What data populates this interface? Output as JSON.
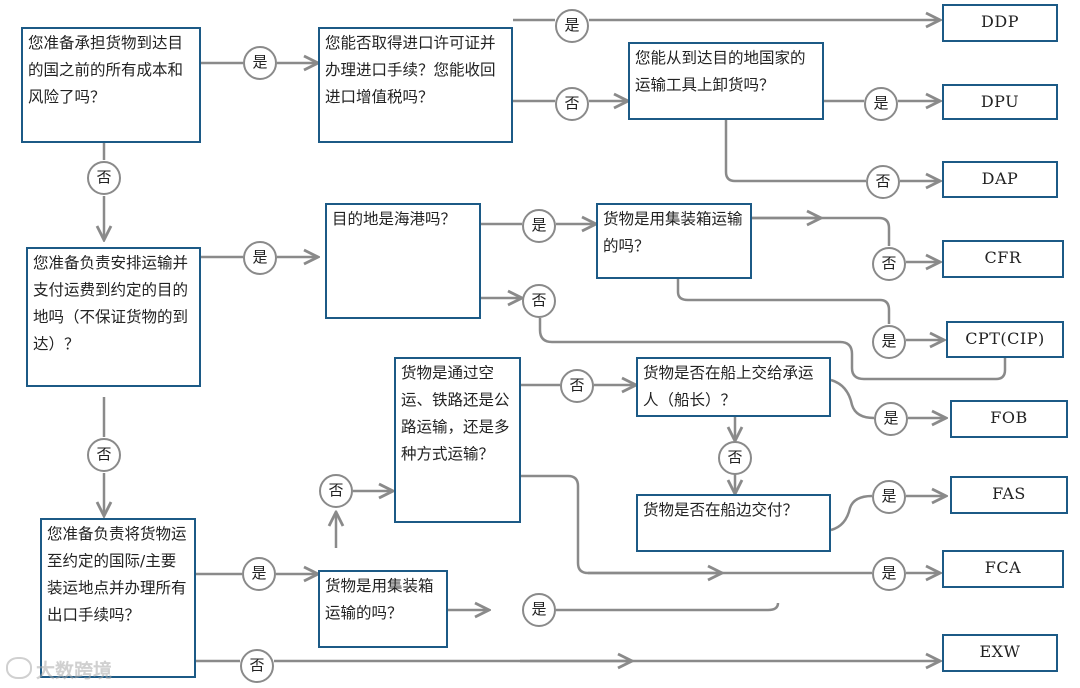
{
  "questions": {
    "q1": "您准备承担货物到达目的国之前的所有成本和风险了吗？",
    "q2": "您能否取得进口许可证并办理进口手续？您能收回进口增值税吗？",
    "q3": "您能从到达目的地国家的运输工具上卸货吗？",
    "q4": "您准备负责安排运输并支付运费到约定的目的地吗（不保证货物的到达）？",
    "q5": "目的地是海港吗？",
    "q6": "货物是用集装箱运输的吗？",
    "q7": "货物是通过空运、铁路还是公路运输，还是多种方式运输？",
    "q8": "货物是否在船上交给承运人（船长）？",
    "q9": "货物是否在船边交付？",
    "q10": "您准备负责将货物运至约定的国际/主要装运地点并办理所有出口手续吗？",
    "q11": "货物是用集装箱运输的吗？"
  },
  "results": {
    "ddp": "DDP",
    "dpu": "DPU",
    "dap": "DAP",
    "cfr": "CFR",
    "cpt": "CPT(CIP)",
    "fob": "FOB",
    "fas": "FAS",
    "fca": "FCA",
    "exw": "EXW"
  },
  "answers": {
    "yes": "是",
    "no": "否"
  },
  "watermark": "大数跨境",
  "colors": {
    "box_border": "#1c5a86",
    "connector": "#8a8a8a"
  }
}
